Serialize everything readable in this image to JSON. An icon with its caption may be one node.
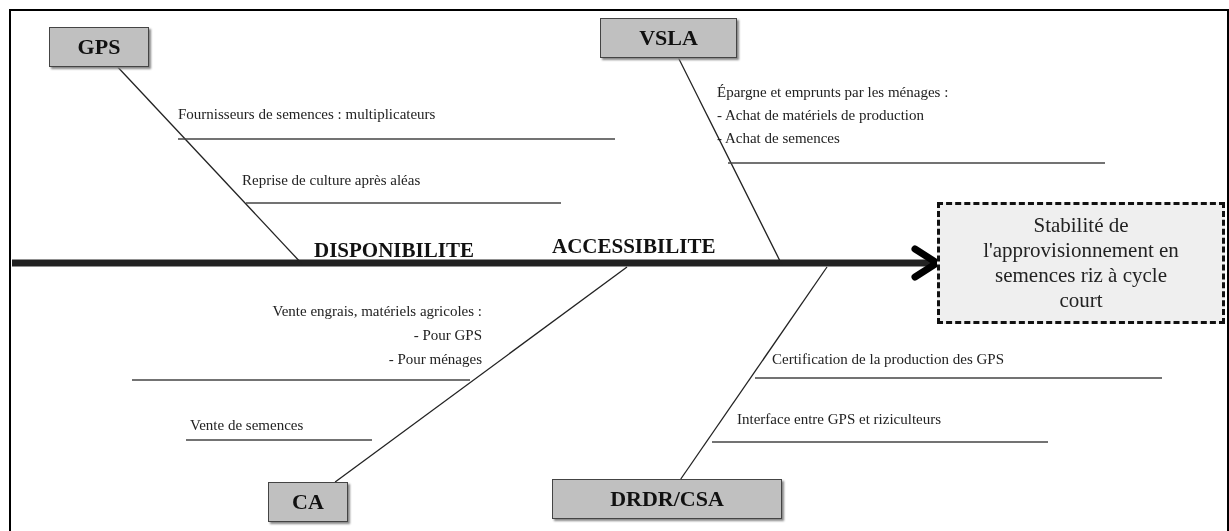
{
  "diagram": {
    "nodes": [
      {
        "text": [
          "GPS"
        ]
      },
      {
        "text": [
          "VSLA"
        ]
      },
      {
        "text": [
          "Stabilité de l'approvisionnement en semences riz à cycle court"
        ]
      },
      {
        "text": [
          "CA"
        ]
      },
      {
        "text": [
          "DRDR/CSA"
        ]
      }
    ],
    "edges": [
      {
        "from": null,
        "to": 2,
        "arrow": "to",
        "style": "thick"
      },
      {
        "from": 0,
        "to": null,
        "arrow": "none"
      },
      {
        "from": 1,
        "to": null,
        "arrow": "none"
      },
      {
        "from": 3,
        "to": null,
        "arrow": "none"
      },
      {
        "from": 4,
        "to": null,
        "arrow": "none"
      }
    ],
    "labels": [
      "Fournisseurs de semences : multiplicateurs",
      "Reprise de culture après aléas",
      "Épargne et emprunts par les ménages :",
      "- Achat de matériels de production",
      "- Achat de semences",
      "DISPONIBILITE",
      "ACCESSIBILITE",
      "Vente engrais, matériels agricoles :",
      "- Pour GPS",
      "- Pour ménages",
      "Certification de la production des GPS",
      "Vente de semences",
      "Interface entre GPS et riziculteurs"
    ]
  }
}
